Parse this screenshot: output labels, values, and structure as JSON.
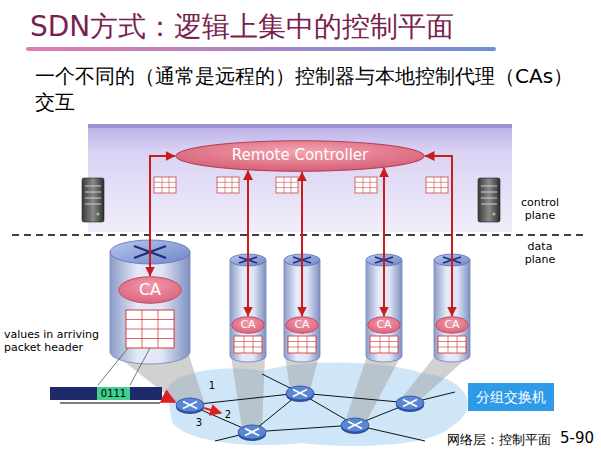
{
  "diagram": {
    "title": "SDN方式：逻辑上集中的控制平面",
    "nodes": [
      {
        "text": [
          "Remote Controller"
        ]
      },
      {
        "text": [
          "CA"
        ]
      },
      {
        "text": [
          "CA"
        ]
      },
      {
        "text": [
          "CA"
        ]
      },
      {
        "text": [
          "CA"
        ]
      },
      {
        "text": [
          "CA"
        ]
      },
      {
        "text": [
          "分组交换机"
        ]
      }
    ],
    "edges": [
      {
        "from": 0,
        "to": 1,
        "arrow": "both"
      },
      {
        "from": 0,
        "to": 2,
        "arrow": "both"
      },
      {
        "from": 0,
        "to": 3,
        "arrow": "both"
      },
      {
        "from": 0,
        "to": 4,
        "arrow": "both"
      },
      {
        "from": 0,
        "to": 5,
        "arrow": "both"
      }
    ],
    "labels": [
      "一个不同的（通常是远程的）控制器与本地控制代理（CAs） 交互",
      "control plane",
      "data plane",
      "values in arriving packet header",
      "0111",
      "1",
      "2",
      "3",
      "网络层：控制平面",
      "5-90"
    ]
  }
}
